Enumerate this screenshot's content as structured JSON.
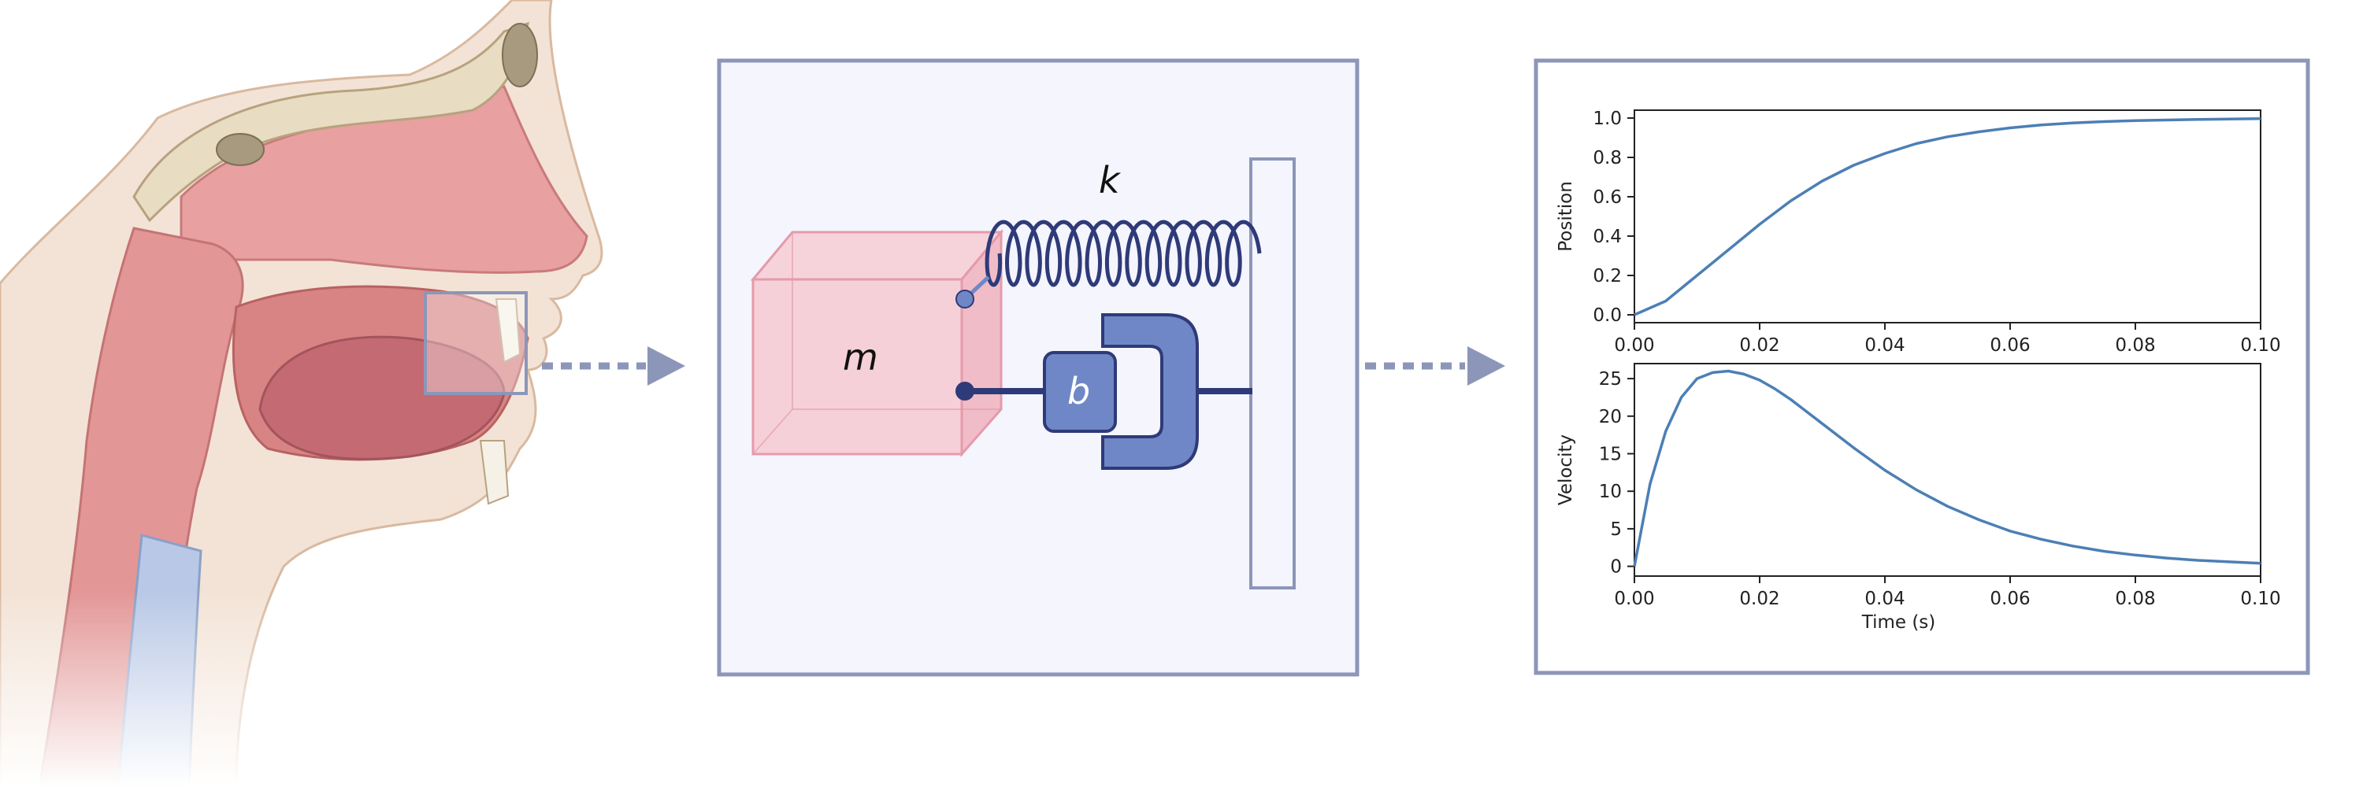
{
  "colors": {
    "panel_border": "#8c96b8",
    "panel_fill": "#f4f5fd",
    "arrow": "#8c96b8",
    "mass_fill": "#f4c9d2",
    "mass_stroke": "#e59aaa",
    "spring": "#2f3a78",
    "damper": "#6f87c6",
    "damper_stroke": "#2f3a78",
    "rod": "#2f3a78",
    "curve": "#4c7fb5",
    "skin": "#f3e3d6",
    "tissue": "#e8a0a0",
    "bone": "#e8dcc2"
  },
  "icons": {
    "anatomy": "head-sagittal-section-illustration",
    "arrow_1": "dotted-arrow-right-icon",
    "arrow_2": "dotted-arrow-right-icon"
  },
  "model": {
    "mass_label": "m",
    "spring_label": "k",
    "damper_label": "b"
  },
  "chart_data": [
    {
      "type": "line",
      "xlabel": "",
      "ylabel": "Position",
      "xlim": [
        0,
        0.1
      ],
      "ylim": [
        -0.04,
        1.04
      ],
      "xticks": [
        "0.00",
        "0.02",
        "0.04",
        "0.06",
        "0.08",
        "0.10"
      ],
      "yticks": [
        "0.0",
        "0.2",
        "0.4",
        "0.6",
        "0.8",
        "1.0"
      ],
      "x": [
        0,
        0.005,
        0.01,
        0.015,
        0.02,
        0.025,
        0.03,
        0.035,
        0.04,
        0.045,
        0.05,
        0.055,
        0.06,
        0.065,
        0.07,
        0.075,
        0.08,
        0.085,
        0.09,
        0.095,
        0.1
      ],
      "y": [
        0.0,
        0.07,
        0.2,
        0.33,
        0.46,
        0.58,
        0.68,
        0.76,
        0.82,
        0.87,
        0.905,
        0.93,
        0.95,
        0.965,
        0.975,
        0.982,
        0.987,
        0.99,
        0.993,
        0.995,
        0.997
      ]
    },
    {
      "type": "line",
      "xlabel": "Time (s)",
      "ylabel": "Velocity",
      "xlim": [
        0,
        0.1
      ],
      "ylim": [
        -1.3,
        27
      ],
      "xticks": [
        "0.00",
        "0.02",
        "0.04",
        "0.06",
        "0.08",
        "0.10"
      ],
      "yticks": [
        "0",
        "5",
        "10",
        "15",
        "20",
        "25"
      ],
      "x": [
        0,
        0.0025,
        0.005,
        0.0075,
        0.01,
        0.0125,
        0.015,
        0.0175,
        0.02,
        0.0225,
        0.025,
        0.03,
        0.035,
        0.04,
        0.045,
        0.05,
        0.055,
        0.06,
        0.065,
        0.07,
        0.075,
        0.08,
        0.085,
        0.09,
        0.095,
        0.1
      ],
      "y": [
        0,
        11,
        18,
        22.5,
        25,
        25.8,
        26,
        25.6,
        24.8,
        23.6,
        22.2,
        19,
        15.8,
        12.8,
        10.2,
        8.0,
        6.2,
        4.7,
        3.6,
        2.7,
        2.0,
        1.5,
        1.1,
        0.8,
        0.6,
        0.4
      ]
    }
  ]
}
